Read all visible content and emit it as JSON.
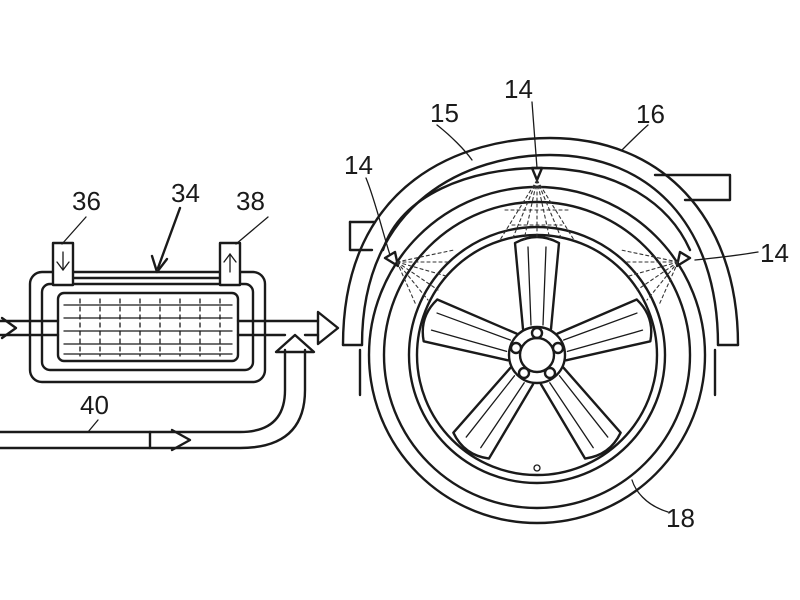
{
  "labels": {
    "n14_top": "14",
    "n14_left": "14",
    "n14_right": "14",
    "n15": "15",
    "n16": "16",
    "n18": "18",
    "n34": "34",
    "n36": "36",
    "n38": "38",
    "n40": "40"
  }
}
